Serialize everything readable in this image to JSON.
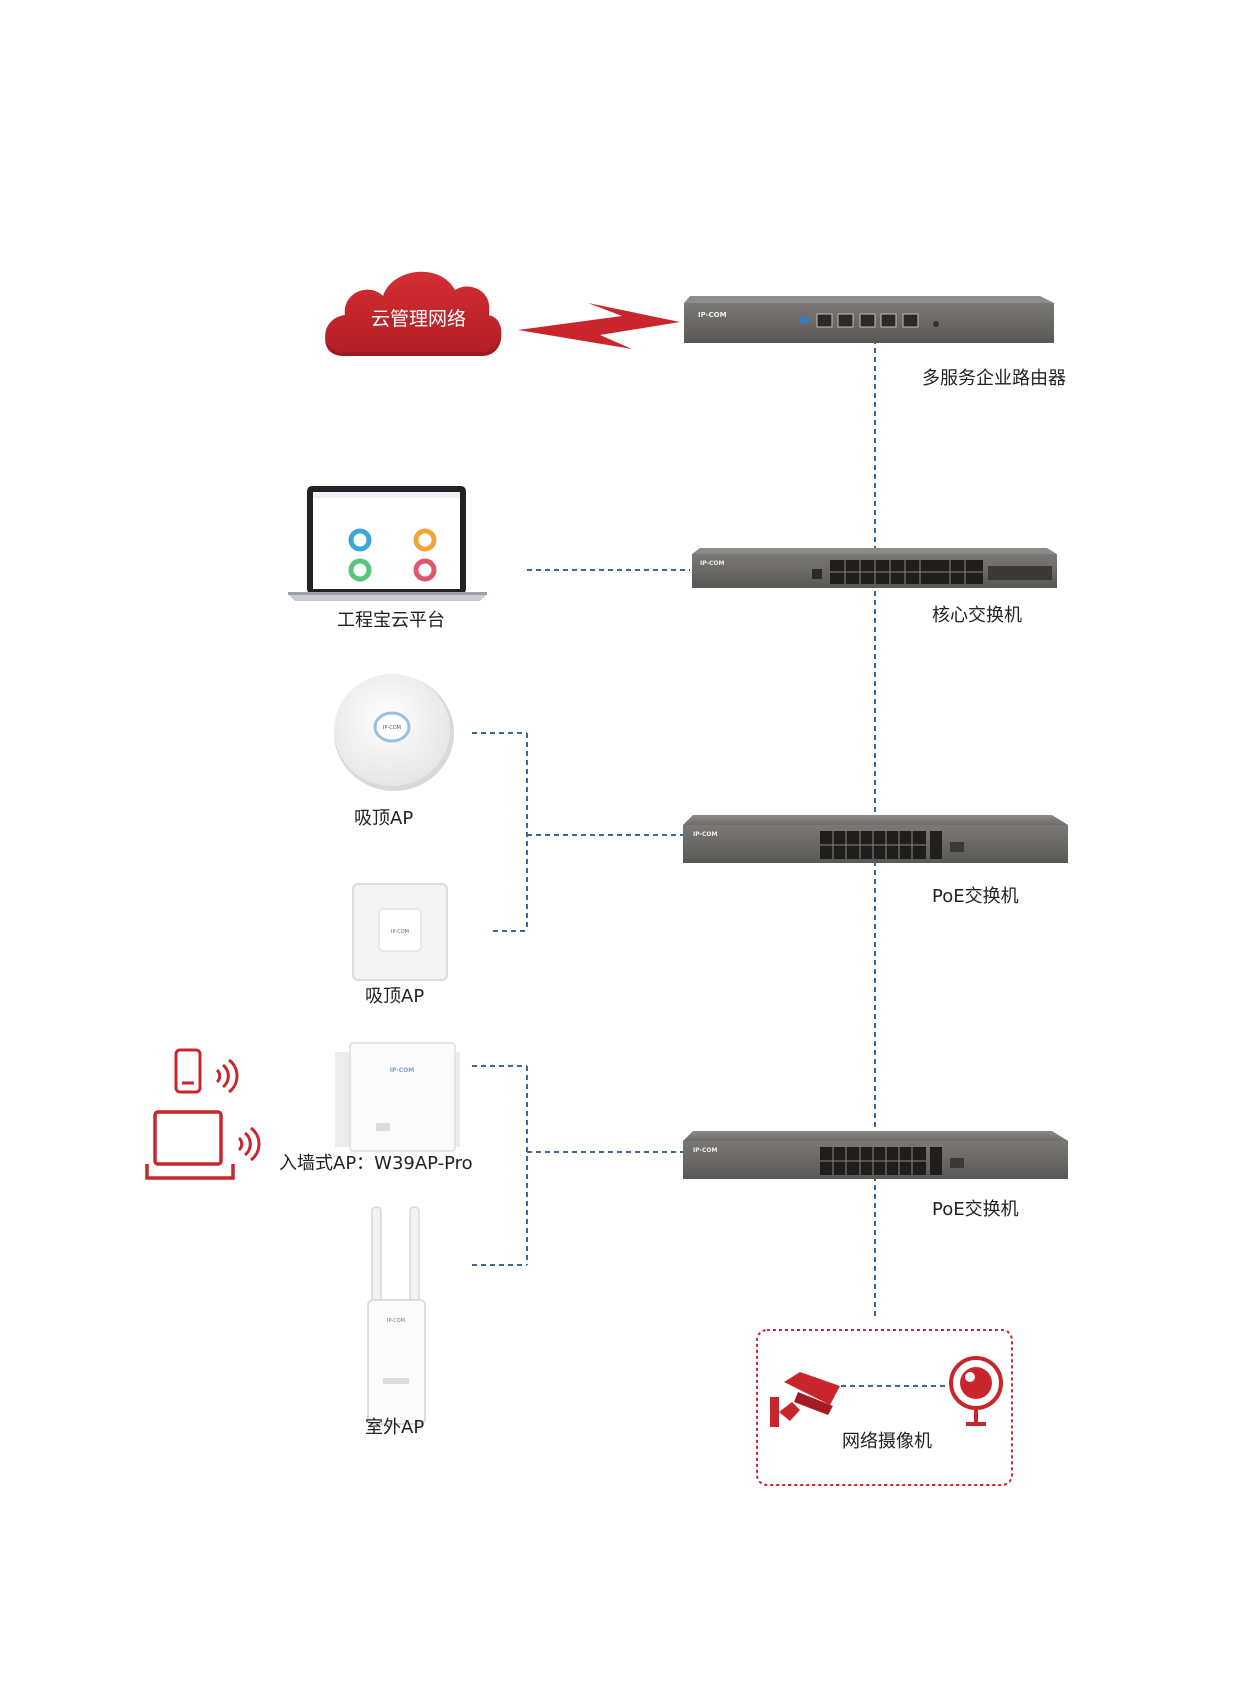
{
  "diagram": {
    "cloud": {
      "label": "云管理网络",
      "color": "#c8262c"
    },
    "router": {
      "brand": "IP-COM",
      "label": "多服务企业路由器"
    },
    "core_switch": {
      "brand": "IP-COM",
      "label": "核心交换机"
    },
    "platform": {
      "label": "工程宝云平台"
    },
    "poe_switch_1": {
      "brand": "IP-COM",
      "label": "PoE交换机"
    },
    "poe_switch_2": {
      "brand": "IP-COM",
      "label": "PoE交换机"
    },
    "ceiling_ap_1": {
      "brand": "IP-COM",
      "label": "吸顶AP"
    },
    "ceiling_ap_2": {
      "brand": "IP-COM",
      "label": "吸顶AP"
    },
    "wall_ap": {
      "brand": "IP-COM",
      "label": "入墙式AP：W39AP-Pro"
    },
    "outdoor_ap": {
      "brand": "IP-COM",
      "label": "室外AP"
    },
    "cameras": {
      "label": "网络摄像机"
    },
    "colors": {
      "accent_red": "#c8262c",
      "link_blue": "#3c6898",
      "device_gray": "#6e6c69"
    },
    "icons": [
      "cloud-icon",
      "lightning-icon",
      "phone-icon",
      "laptop-icon",
      "wifi-icon",
      "cctv-camera-icon",
      "dome-camera-icon"
    ]
  }
}
